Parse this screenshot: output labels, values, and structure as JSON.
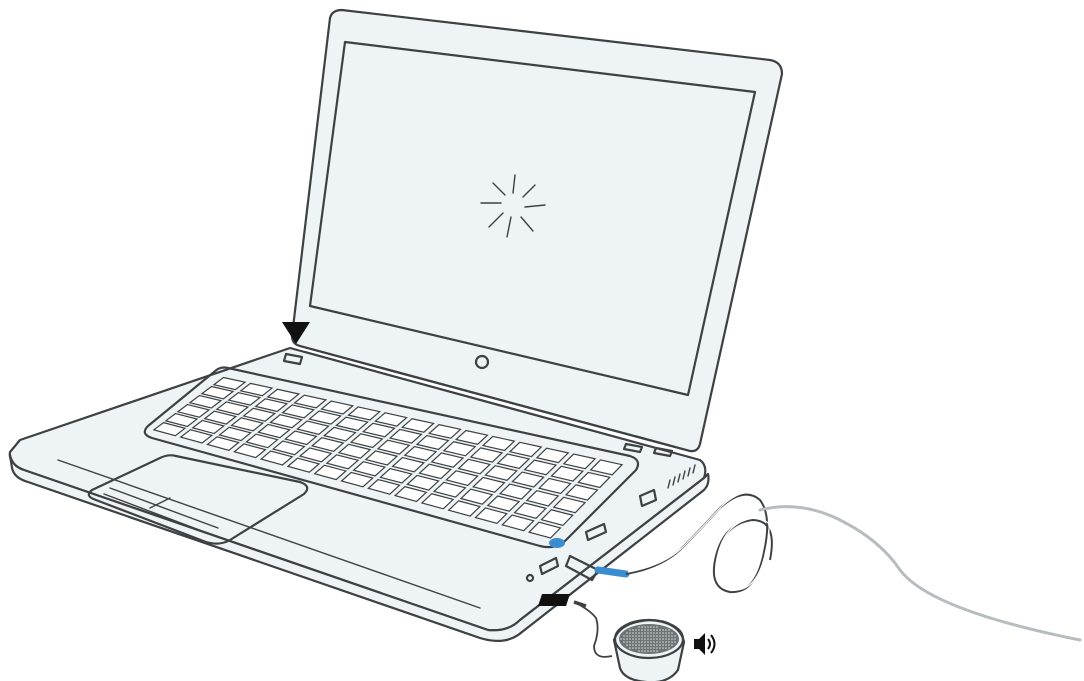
{
  "figure": {
    "subject": "laptop-connected-usb-power-and-speaker",
    "icons": {
      "indicator_arrow": "black-down-triangle",
      "loading": "sunburst-loading-spinner",
      "webcam": "circle",
      "sound": "speaker-with-sound-waves-icon"
    },
    "colors": {
      "outline": "#3d4143",
      "body": "#eef3f6",
      "accent": "#3a8ecf",
      "background": "#ffffff",
      "cable": "#9aa0a3"
    }
  }
}
